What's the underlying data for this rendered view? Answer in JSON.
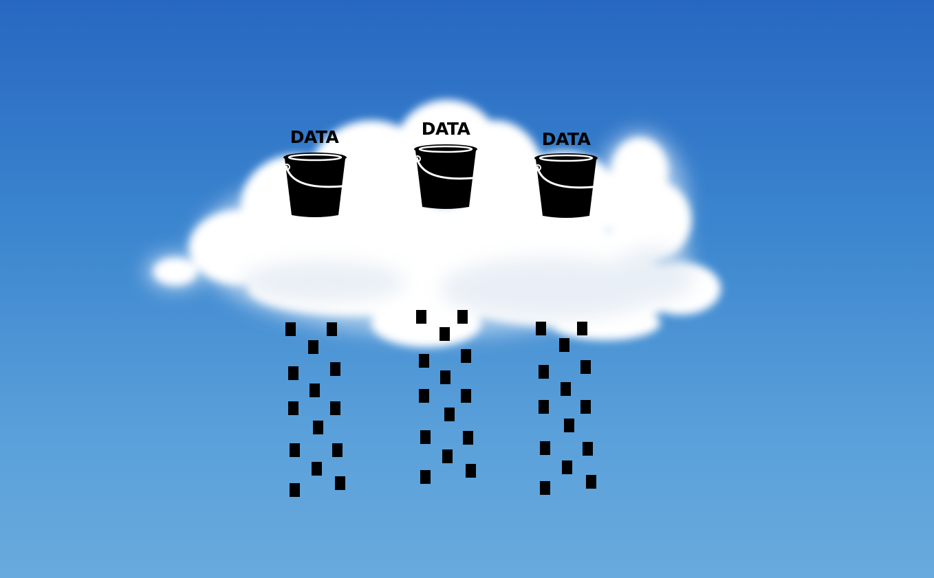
{
  "scene": {
    "background_top": "#2767c1",
    "background_bottom": "#68aadd",
    "cloud_color": "#ffffff",
    "bucket_color": "#000000"
  },
  "buckets": [
    {
      "label": "DATA",
      "icon": "bucket-icon"
    },
    {
      "label": "DATA",
      "icon": "bucket-icon"
    },
    {
      "label": "DATA",
      "icon": "bucket-icon"
    }
  ],
  "rain": {
    "icon": "data-drop",
    "color": "#000000"
  }
}
